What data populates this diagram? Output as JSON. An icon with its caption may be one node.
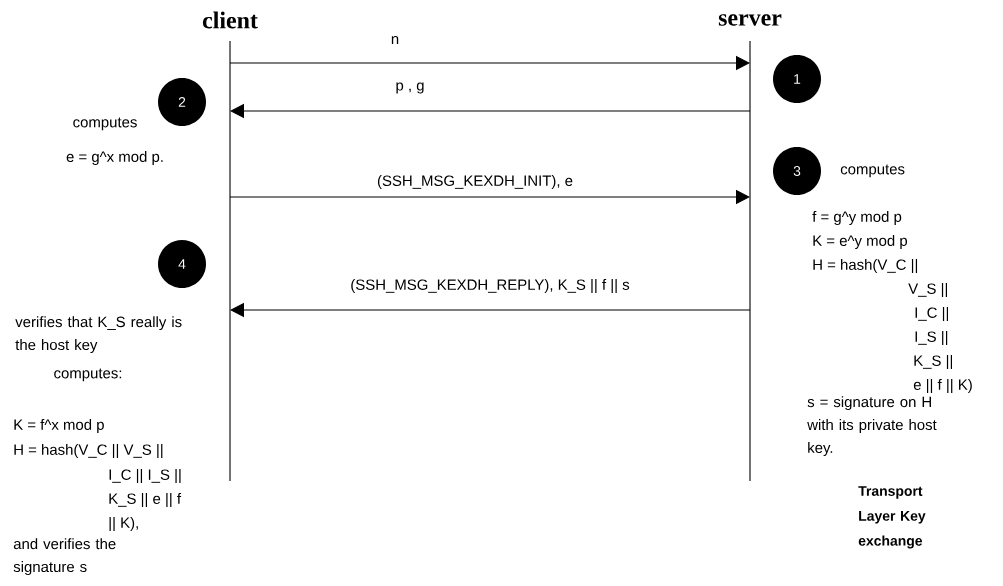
{
  "diagram": {
    "nodes": [
      {
        "text": [
          "client"
        ]
      },
      {
        "text": [
          "server"
        ]
      },
      {
        "text": [
          "1"
        ]
      },
      {
        "text": [
          "2"
        ],
        "beside": [
          "computes"
        ]
      },
      {
        "text": [
          "3"
        ],
        "beside": [
          "computes"
        ]
      },
      {
        "text": [
          "4"
        ]
      }
    ],
    "edges": [
      {
        "from": 0,
        "to": 1,
        "arrow": "to",
        "label": "n"
      },
      {
        "from": 1,
        "to": 0,
        "arrow": "to",
        "label": "p , g"
      },
      {
        "from": 0,
        "to": 1,
        "arrow": "to",
        "label": "(SSH_MSG_KEXDH_INIT), e"
      },
      {
        "from": 1,
        "to": 0,
        "arrow": "to",
        "label": "(SSH_MSG_KEXDH_REPLY), K_S || f || s"
      }
    ],
    "labels": [
      "e = g^x mod p.",
      "f = g^y mod p",
      "K = e^y mod p",
      "H = hash(V_C ||",
      "V_S ||",
      "I_C ||",
      "I_S ||",
      "K_S ||",
      "e || f || K)",
      "verifies that K_S really is the host key",
      "computes:",
      "K = f^x mod p",
      "H = hash(V_C || V_S ||",
      "I_C || I_S ||",
      "K_S || e || f",
      "|| K),",
      "and verifies the signature s",
      "s = signature on H with its private host key.",
      "Transport Layer Key exchange"
    ]
  }
}
